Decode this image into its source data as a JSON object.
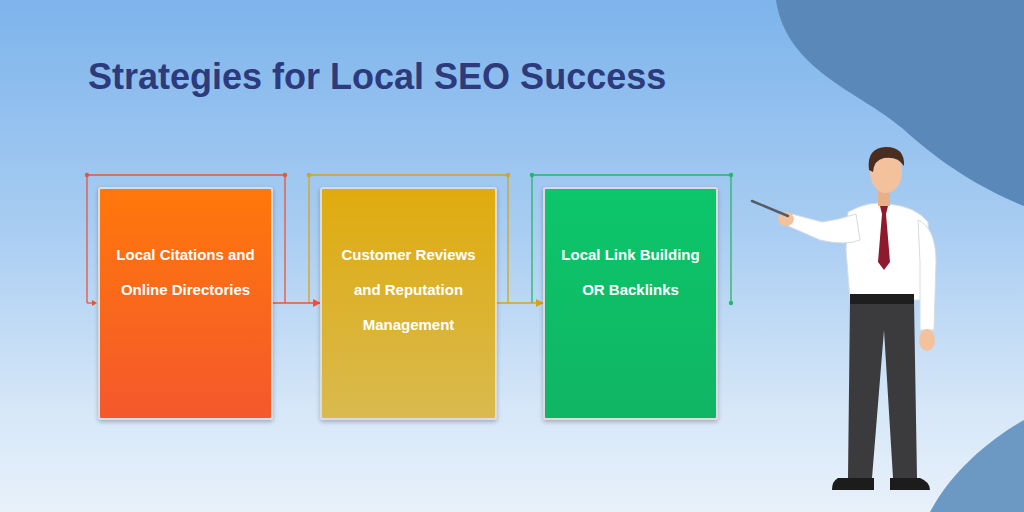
{
  "diagram": {
    "title": "Strategies for Local SEO Success",
    "nodes": [
      {
        "text": [
          "Local Citations and Online Directories"
        ]
      },
      {
        "text": [
          "Customer Reviews and Reputation Management"
        ]
      },
      {
        "text": [
          "Local Link Building OR Backlinks"
        ]
      }
    ],
    "edges": [
      {
        "from": 0,
        "to": 1,
        "arrow": "to"
      },
      {
        "from": 1,
        "to": 2,
        "arrow": "to"
      }
    ]
  }
}
